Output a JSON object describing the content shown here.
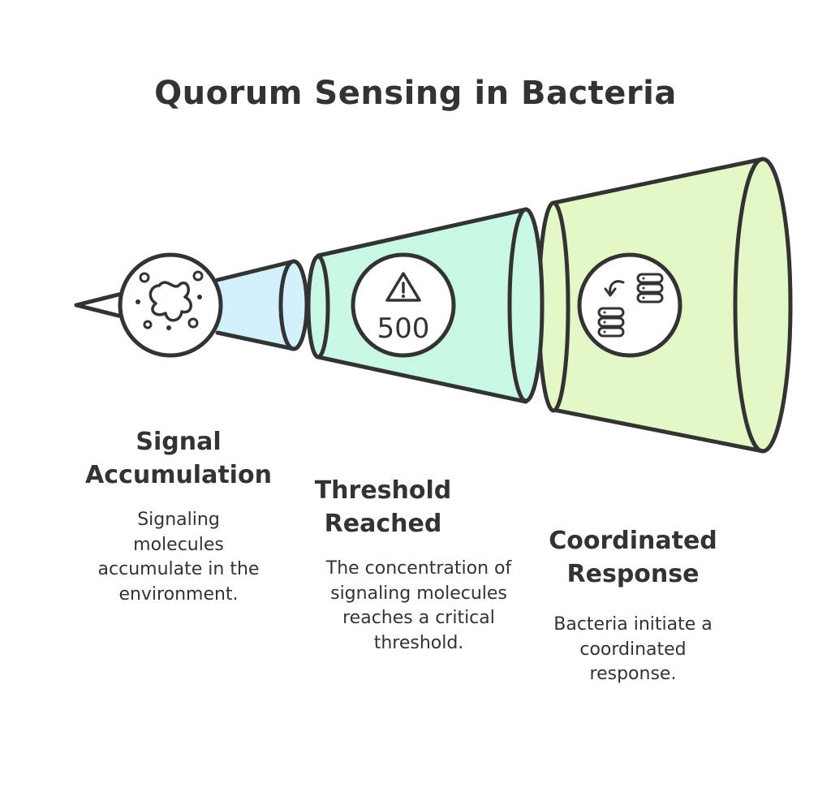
{
  "title": "Quorum Sensing in Bacteria",
  "colors": {
    "outline": "#333333",
    "stage1_fill": "#d3f1fd",
    "stage2_fill": "#c8f7e4",
    "stage3_fill": "#e4f7c6",
    "circle_fill": "#ffffff"
  },
  "stages": [
    {
      "heading_line1": "Signal",
      "heading_line2": "Accumulation",
      "desc_lines": [
        "Signaling",
        "molecules",
        "accumulate in the",
        "environment."
      ],
      "icon": "molecule-splat-icon"
    },
    {
      "heading_line1": "Threshold",
      "heading_line2": "Reached",
      "desc_lines": [
        "The concentration of",
        "signaling molecules",
        "reaches a critical",
        "threshold."
      ],
      "icon": "warning-triangle-icon",
      "icon_value": "500"
    },
    {
      "heading_line1": "Coordinated",
      "heading_line2": "Response",
      "desc_lines": [
        "Bacteria initiate a",
        "coordinated",
        "response."
      ],
      "icon": "bacteria-exchange-icon"
    }
  ]
}
